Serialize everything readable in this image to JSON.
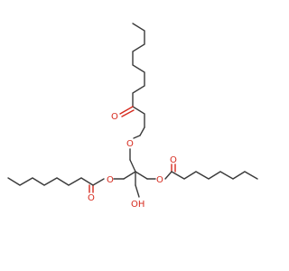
{
  "atoms": {
    "o_top_ester": "O",
    "o_top_carbonyl": "O",
    "o_left_ester": "O",
    "o_left_carbonyl": "O",
    "o_right_ester": "O",
    "o_right_carbonyl": "O",
    "hydroxyl": "OH"
  },
  "colors": {
    "bond": "#3a3a3a",
    "oxygen": "#d62a1e",
    "background": "#ffffff"
  }
}
